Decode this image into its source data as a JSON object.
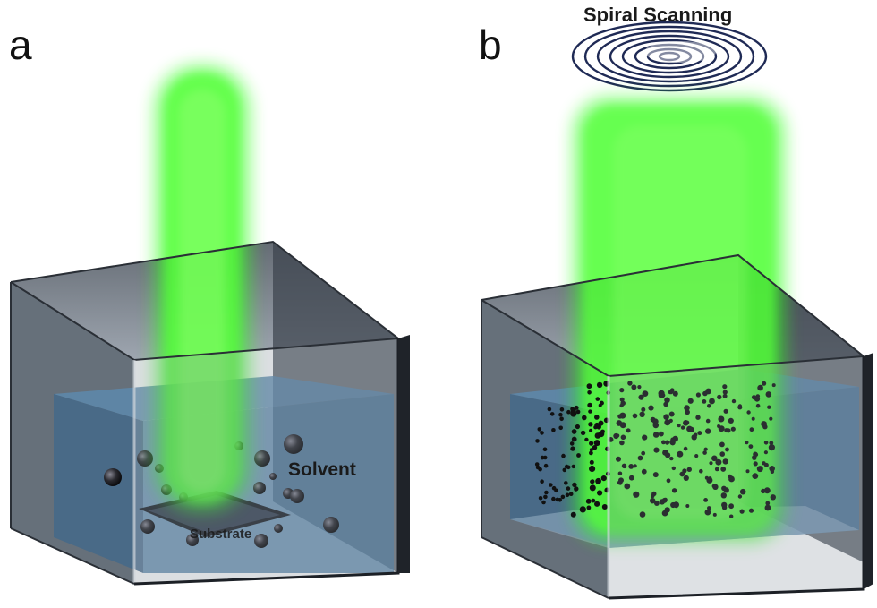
{
  "panels": {
    "a": {
      "label": "a",
      "solvent_label": "Solvent",
      "substrate_label": "Substrate",
      "colors": {
        "beam": "#3dff2a",
        "liquid": "#4f7fa6",
        "box_glass": "#5a6470",
        "particle": "#1c1c22"
      }
    },
    "b": {
      "label": "b",
      "scan_label": "Spiral Scanning",
      "colors": {
        "beam": "#3dff2a",
        "liquid": "#4f7fa6",
        "box_glass": "#5a6470",
        "particle": "#111111",
        "spiral": "#1f2a55"
      }
    }
  }
}
